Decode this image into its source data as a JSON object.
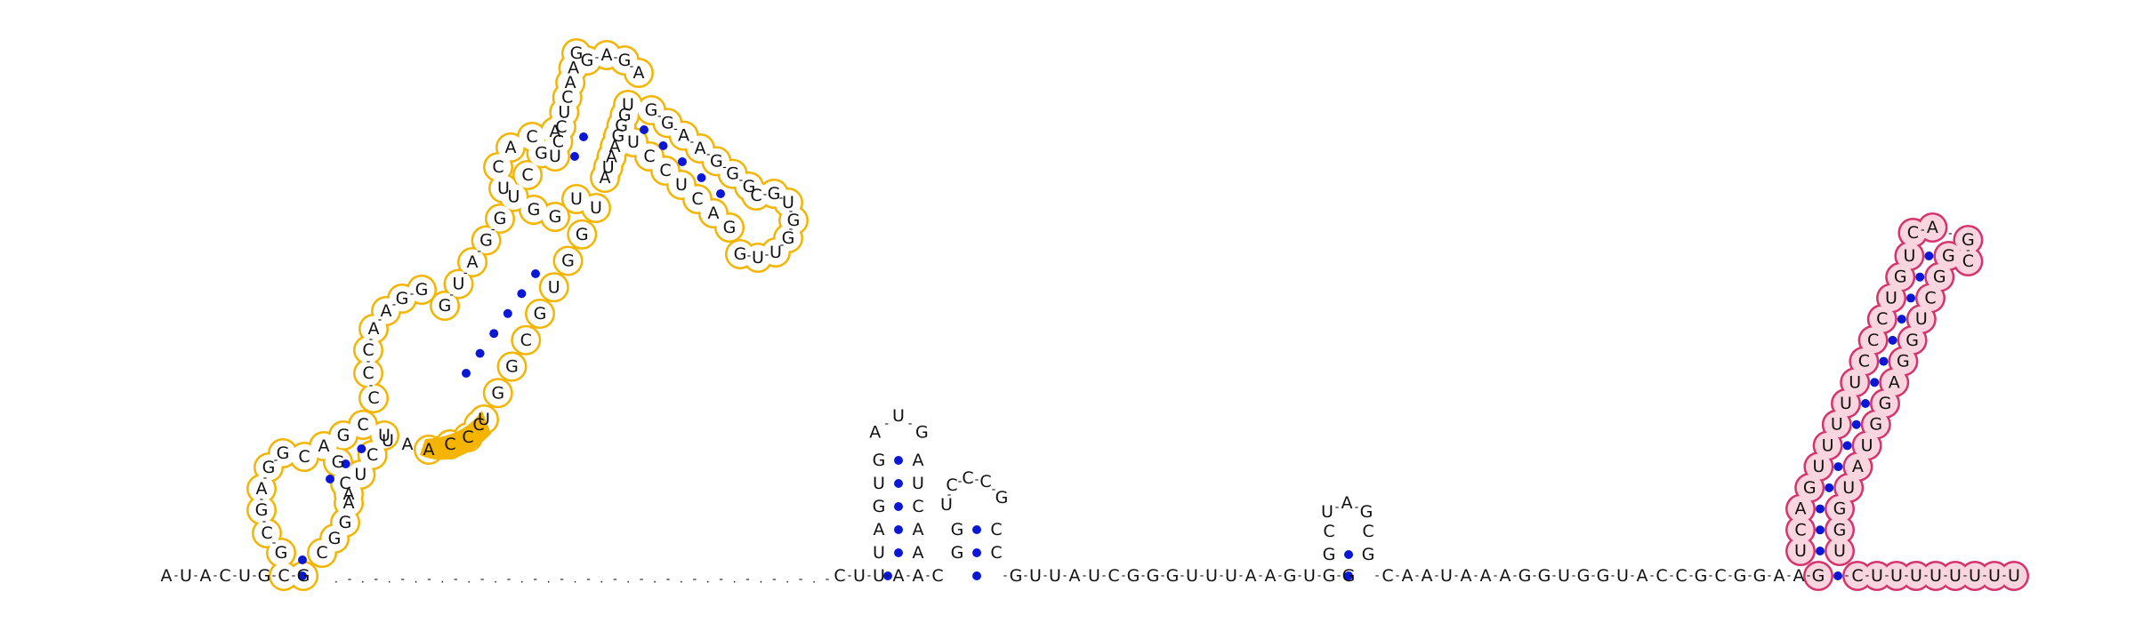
{
  "colors": {
    "domain_a_stroke": "#f4b400",
    "domain_a_fill": "#ffffff",
    "domain_a_highlight": "#f4b400",
    "domain_b_stroke": "#d6336c",
    "domain_b_fill": "#f8d5df",
    "pair_dot": "#0a18d6",
    "text": "#111111"
  },
  "backbone": {
    "five_prime": "AUACUGCG",
    "gap_dots": 38,
    "linker1": "CUU",
    "linker2": "AAC",
    "linker3": "GUUAUCGGGUUUAAGUGG",
    "linker4": "CAAUAAAGGUGGUACCGCGGAAG"
  },
  "helix_small_1": {
    "left": "UAGUG",
    "right": "AACUA",
    "loop": "AUG"
  },
  "helix_small_2": {
    "left": "GG",
    "right": "CC",
    "loop": "UCCCG"
  },
  "helix_small_3": {
    "left": "GC",
    "right": "GC",
    "loop": "UAG"
  },
  "domain_a": {
    "stem1_left": "GCGAGG",
    "stem1_right": "CGGACG",
    "stem2_left": "CAGC",
    "stem2_right": "AUCU",
    "loop_side": "CCCAAGG",
    "stem3_left": "GUAGGUCGA",
    "stem3_right": "UGGCGUGGU",
    "bulge": "UUA",
    "stem4_left": "UCCUCAAG",
    "stem4_right": "AUAAGGGU",
    "apical": "GAGA",
    "arm_left": "UCCUCAG",
    "arm_right": "GGAAGGG",
    "arm_loop": "CGUGGUUG",
    "highlight_bases": "ACCC"
  },
  "domain_b": {
    "stem_left": "UCAGUUUUUCCCUGU",
    "stem_right": "UGGUAUGGAGGUCGG",
    "loop": "CAGC",
    "tail": "CUUUUUUUU"
  }
}
